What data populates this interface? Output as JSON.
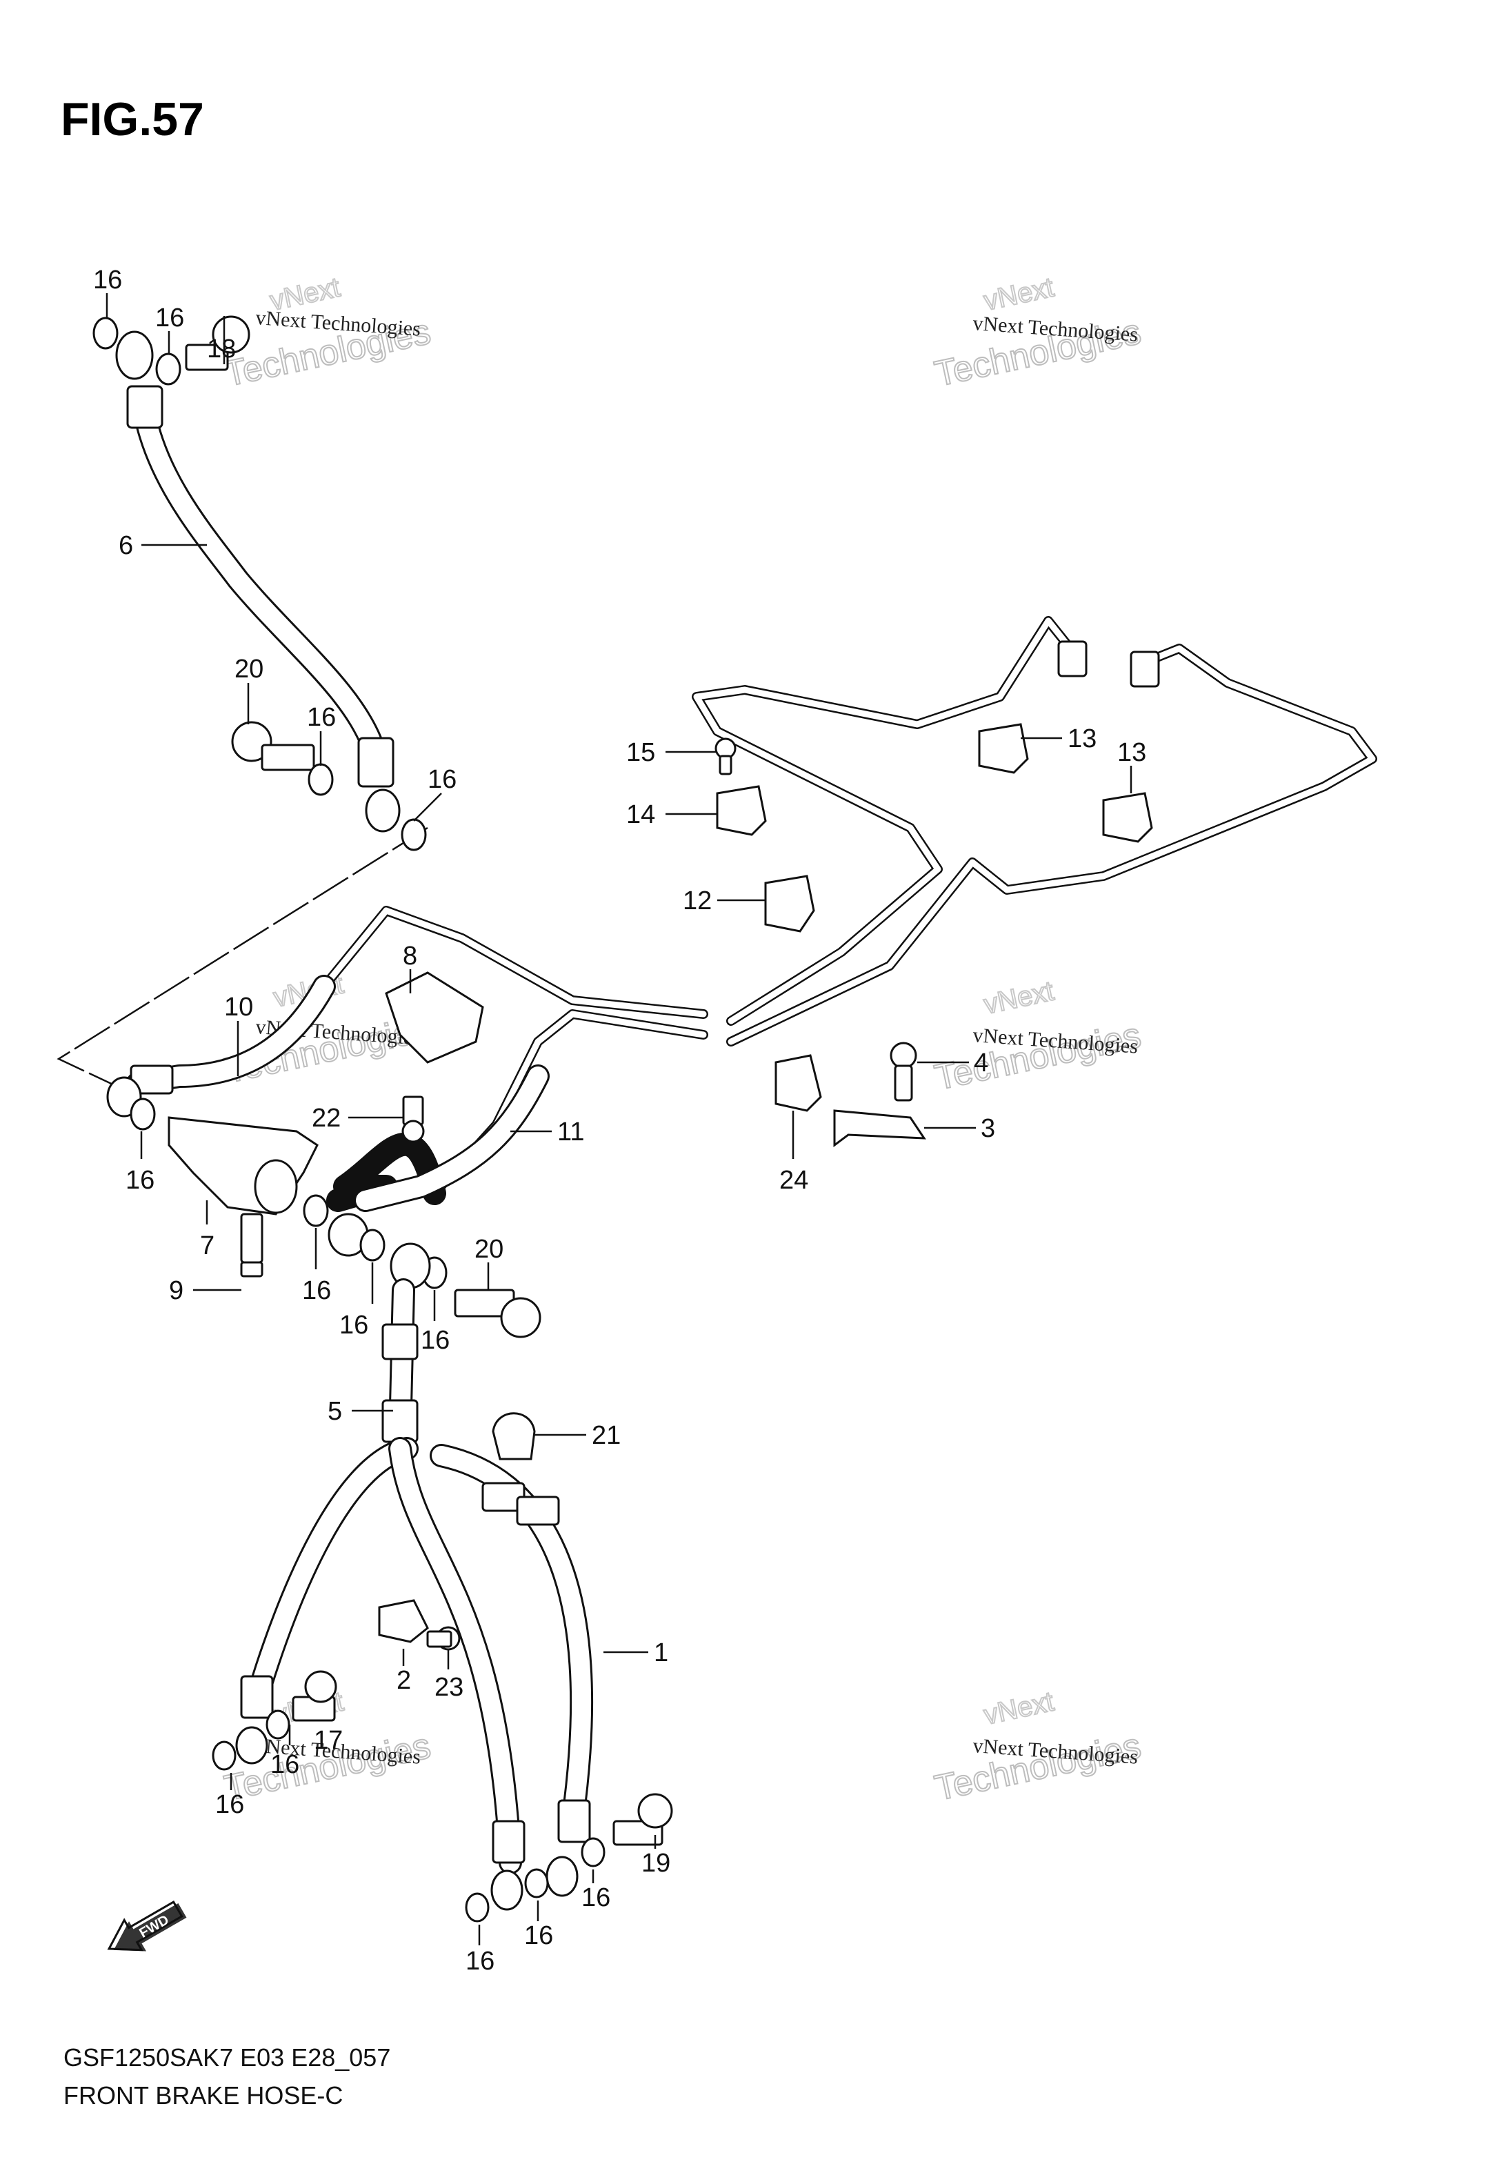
{
  "figure": {
    "title": "FIG.57",
    "model_code": "GSF1250SAK7 E03 E28_057",
    "name": "FRONT BRAKE HOSE-C",
    "fwd_label": "FWD"
  },
  "watermark": {
    "line1": "vNext Technologies",
    "line2": "vNext",
    "line3": "Technologies"
  },
  "callouts": [
    "16",
    "16",
    "18",
    "6",
    "20",
    "16",
    "16",
    "15",
    "14",
    "13",
    "13",
    "12",
    "8",
    "10",
    "22",
    "11",
    "4",
    "3",
    "24",
    "16",
    "7",
    "9",
    "16",
    "16",
    "20",
    "16",
    "5",
    "21",
    "1",
    "2",
    "23",
    "17",
    "16",
    "16",
    "19",
    "16",
    "16",
    "16"
  ]
}
